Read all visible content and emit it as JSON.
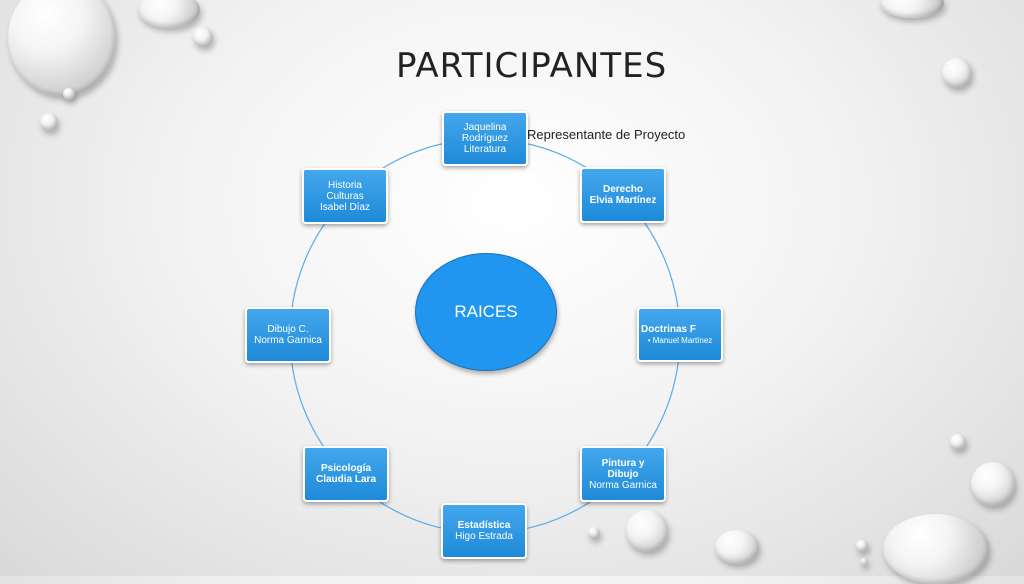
{
  "slide": {
    "title": "PARTICIPANTES",
    "center_label": "RAICES",
    "annotation": "Representante de Proyecto"
  },
  "nodes": {
    "literatura": {
      "line1": "Jaquelina",
      "line2": "Rodríguez",
      "line3": "Literatura"
    },
    "derecho": {
      "line1": "Derecho",
      "line2": "Elvia Martínez"
    },
    "doctrinas": {
      "line1": "Doctrinas F",
      "line2": "• Manuel Martínez"
    },
    "pintura": {
      "line1": "Pintura y",
      "line2": "Dibujo",
      "line3": "Norma Garnica"
    },
    "estadistica": {
      "line1": "Estadística",
      "line2": "Higo Estrada"
    },
    "psicologia": {
      "line1": "Psicología",
      "line2": "Claudia Lara"
    },
    "dibujo": {
      "line1": "Dibujo C.",
      "line2": "Norma Garnica"
    },
    "historia": {
      "line1": "Historia",
      "line2": "Culturas",
      "line3": "Isabel Díaz"
    }
  },
  "colors": {
    "node_fill": "#2f9ae6",
    "ring": "#5aaee8",
    "center_fill": "#2196f0"
  }
}
